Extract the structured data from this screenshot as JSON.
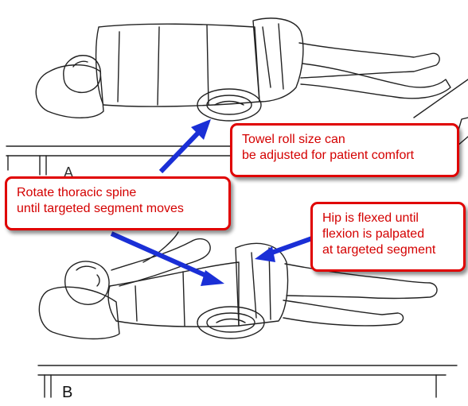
{
  "callouts": {
    "towel_roll": {
      "line1": "Towel roll size can",
      "line2": "be adjusted for patient comfort"
    },
    "rotate_spine": {
      "line1": "Rotate thoracic spine",
      "line2": "until targeted segment moves"
    },
    "hip_flexed": {
      "line1": "Hip is flexed until",
      "line2": "flexion is palpated",
      "line3": "at targeted segment"
    }
  },
  "panels": {
    "a_label": "A",
    "b_label": "B"
  },
  "colors": {
    "callout_border": "#e00000",
    "callout_text": "#d40000",
    "arrow": "#1a2fd6",
    "line_art": "#222222"
  }
}
